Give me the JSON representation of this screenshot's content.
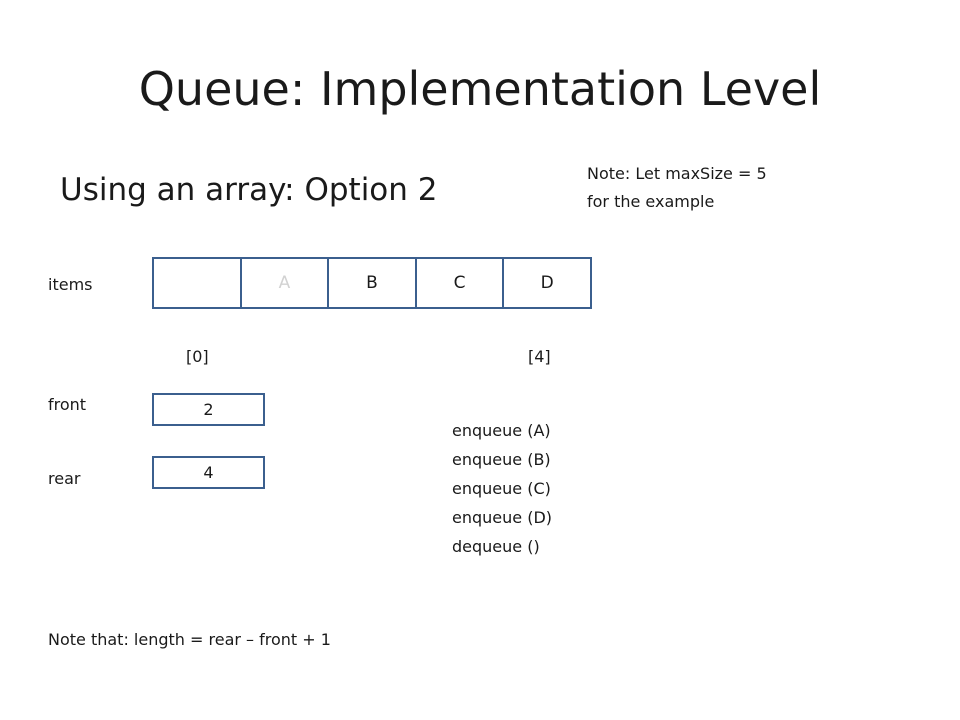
{
  "title": "Queue:  Implementation Level",
  "subtitle": "Using an array:  Option 2",
  "note_top": {
    "line1": "Note:  Let  maxSize = 5",
    "line2": "for the example"
  },
  "labels": {
    "items": "items",
    "front": "front",
    "rear": "rear"
  },
  "array": {
    "cells": [
      {
        "value": "",
        "faded": false
      },
      {
        "value": "A",
        "faded": true
      },
      {
        "value": "B",
        "faded": false
      },
      {
        "value": "C",
        "faded": false
      },
      {
        "value": "D",
        "faded": false
      }
    ],
    "index_first": "[0]",
    "index_last": "[4]"
  },
  "front_value": "2",
  "rear_value": "4",
  "operations": [
    "enqueue (A)",
    "enqueue (B)",
    "enqueue (C)",
    "enqueue (D)",
    "dequeue ()"
  ],
  "note_bottom": "Note that:  length = rear – front + 1",
  "colors": {
    "box_border": "#3b5f8e",
    "faded_text": "#d2d2d2",
    "text": "#1a1a1a"
  }
}
